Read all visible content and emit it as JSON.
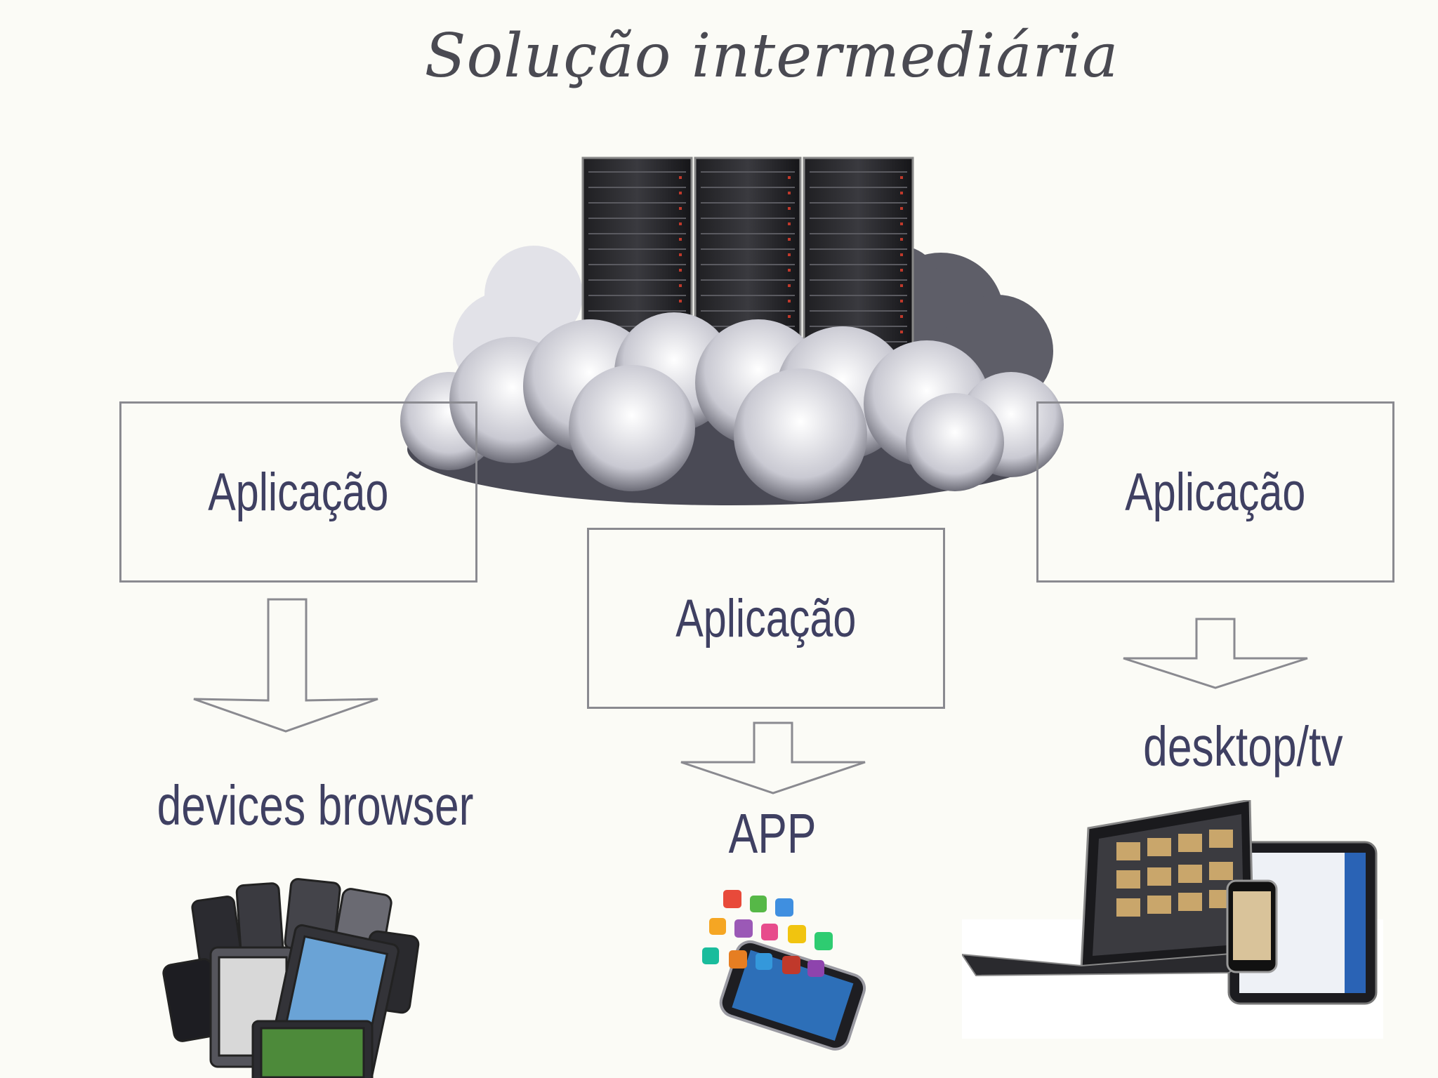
{
  "title": "Solução intermediária",
  "boxes": {
    "left": "Aplicação",
    "center": "Aplicação",
    "right": "Aplicação"
  },
  "targets": {
    "left": "devices browser",
    "center": "APP",
    "right": "desktop/tv"
  },
  "icons": {
    "server": "server-rack-cloud-image",
    "devices": "mobile-devices-pile-image",
    "app": "smartphone-apps-image",
    "desktop": "laptop-tablet-phone-image"
  }
}
